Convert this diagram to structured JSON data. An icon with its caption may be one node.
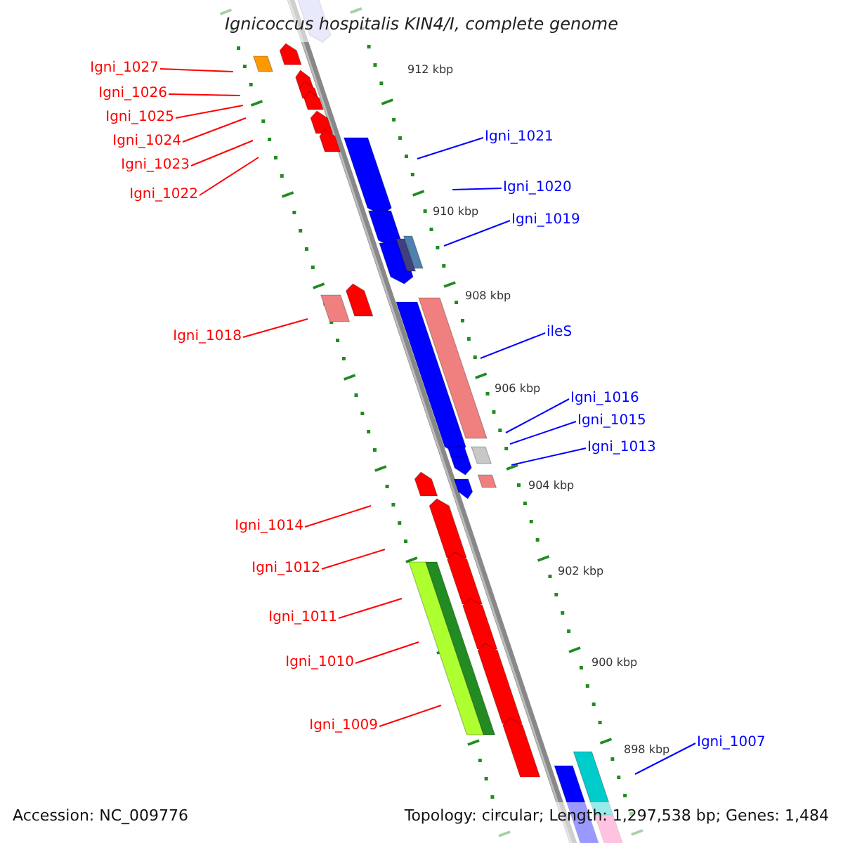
{
  "diagram": {
    "title": "Ignicoccus hospitalis KIN4/I, complete genome",
    "nodes": [
      {
        "text": [
          "Igni_1027"
        ]
      },
      {
        "text": [
          "Igni_1026"
        ]
      },
      {
        "text": [
          "Igni_1025"
        ]
      },
      {
        "text": [
          "Igni_1024"
        ]
      },
      {
        "text": [
          "Igni_1023"
        ]
      },
      {
        "text": [
          "Igni_1022"
        ]
      },
      {
        "text": [
          "Igni_1021"
        ]
      },
      {
        "text": [
          "Igni_1020"
        ]
      },
      {
        "text": [
          "Igni_1019"
        ]
      },
      {
        "text": [
          "Igni_1018"
        ]
      },
      {
        "text": [
          "ileS"
        ]
      },
      {
        "text": [
          "Igni_1016"
        ]
      },
      {
        "text": [
          "Igni_1015"
        ]
      },
      {
        "text": [
          "Igni_1013"
        ]
      },
      {
        "text": [
          "Igni_1014"
        ]
      },
      {
        "text": [
          "Igni_1012"
        ]
      },
      {
        "text": [
          "Igni_1011"
        ]
      },
      {
        "text": [
          "Igni_1010"
        ]
      },
      {
        "text": [
          "Igni_1009"
        ]
      },
      {
        "text": [
          "Igni_1007"
        ]
      }
    ],
    "edges": [
      {
        "from": 0,
        "to": null,
        "arrow": "none"
      },
      {
        "from": 1,
        "to": null,
        "arrow": "none"
      },
      {
        "from": 2,
        "to": null,
        "arrow": "none"
      },
      {
        "from": 3,
        "to": null,
        "arrow": "none"
      },
      {
        "from": 4,
        "to": null,
        "arrow": "none"
      },
      {
        "from": 5,
        "to": null,
        "arrow": "none"
      },
      {
        "from": 6,
        "to": null,
        "arrow": "none",
        "color": "#0000ff"
      },
      {
        "from": 7,
        "to": null,
        "arrow": "none",
        "color": "#0000ff"
      },
      {
        "from": 8,
        "to": null,
        "arrow": "none",
        "color": "#0000ff"
      },
      {
        "from": 9,
        "to": null,
        "arrow": "none"
      },
      {
        "from": 10,
        "to": null,
        "arrow": "none",
        "color": "#0000ff"
      },
      {
        "from": 11,
        "to": null,
        "arrow": "none",
        "color": "#0000ff"
      },
      {
        "from": 12,
        "to": null,
        "arrow": "none",
        "color": "#0000ff"
      },
      {
        "from": 13,
        "to": null,
        "arrow": "none",
        "color": "#0000ff"
      },
      {
        "from": 14,
        "to": null,
        "arrow": "none"
      },
      {
        "from": 15,
        "to": null,
        "arrow": "none"
      },
      {
        "from": 16,
        "to": null,
        "arrow": "none"
      },
      {
        "from": 17,
        "to": null,
        "arrow": "none"
      },
      {
        "from": 18,
        "to": null,
        "arrow": "none"
      },
      {
        "from": 19,
        "to": null,
        "arrow": "none",
        "color": "#0000ff"
      }
    ],
    "labels": [
      "912 kbp",
      "910 kbp",
      "908 kbp",
      "906 kbp",
      "904 kbp",
      "902 kbp",
      "900 kbp",
      "898 kbp",
      "Accession: NC_009776",
      "Topology: circular; Length: 1,297,538 bp; Genes: 1,484"
    ]
  }
}
